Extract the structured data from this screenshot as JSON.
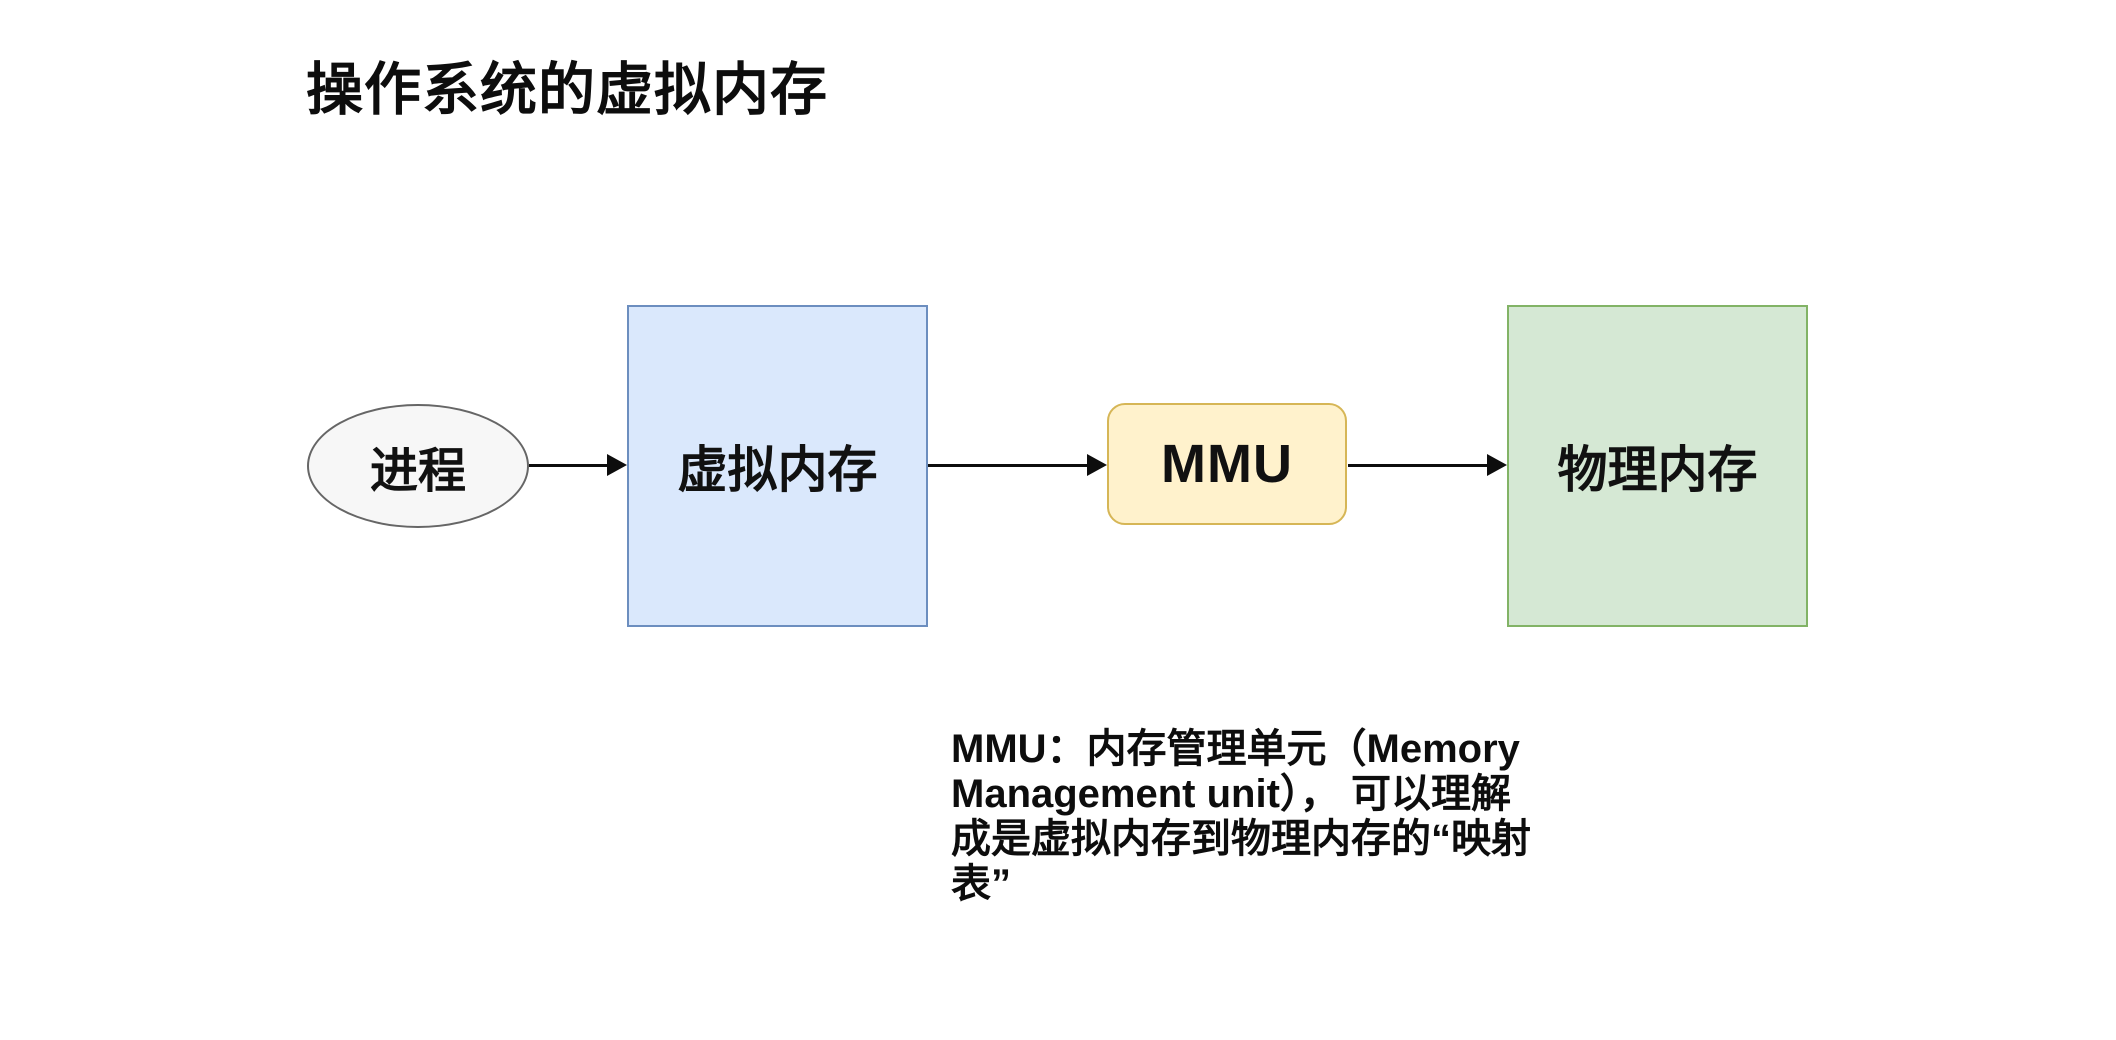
{
  "page": {
    "title": "操作系统的虚拟内存",
    "background_color": "#ffffff",
    "text_color": "#0d0d0d"
  },
  "diagram": {
    "nodes": [
      {
        "id": "process",
        "label": "进程",
        "shape": "ellipse",
        "fill": "#f7f7f7",
        "stroke": "#666666"
      },
      {
        "id": "virtual-memory",
        "label": "虚拟内存",
        "shape": "rectangle",
        "fill": "#dae8fc",
        "stroke": "#6c8ebf"
      },
      {
        "id": "mmu",
        "label": "MMU",
        "shape": "rounded-rect",
        "fill": "#fff2cc",
        "stroke": "#d6b656"
      },
      {
        "id": "physical-memory",
        "label": "物理内存",
        "shape": "rectangle",
        "fill": "#d5e8d4",
        "stroke": "#82b366"
      }
    ],
    "edges": [
      {
        "from": "process",
        "to": "virtual-memory",
        "style": "arrow",
        "color": "#0d0d0d"
      },
      {
        "from": "virtual-memory",
        "to": "mmu",
        "style": "arrow",
        "color": "#0d0d0d"
      },
      {
        "from": "mmu",
        "to": "physical-memory",
        "style": "arrow",
        "color": "#0d0d0d"
      }
    ]
  },
  "note": {
    "lines": [
      "MMU：内存管理单元（Memory",
      "Management unit）， 可以理解",
      "成是虚拟内存到物理内存的“映射",
      "表”"
    ],
    "full_text": "MMU：内存管理单元（Memory Management unit），可以理解成是虚拟内存到物理内存的“映射表”"
  }
}
